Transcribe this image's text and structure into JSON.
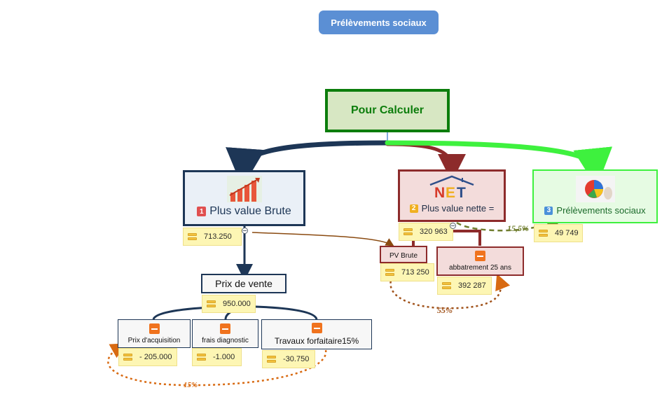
{
  "title_button": "Prélèvements sociaux",
  "root": "Pour Calculer",
  "branches": [
    {
      "num": "1",
      "label": "Plus value Brute",
      "value": "713.250",
      "illustration": "rising-bars-icon"
    },
    {
      "num": "2",
      "label": "Plus value nette =",
      "value": "320 963",
      "illustration": "net-logo-icon"
    },
    {
      "num": "3",
      "label": "Prélèvements sociaux",
      "value": "49 749",
      "illustration": "pie-chart-icon"
    }
  ],
  "vente": {
    "label": "Prix  de vente",
    "value": "950.000"
  },
  "leaves": [
    {
      "label": "Prix d'acquisition",
      "value": "- 205.000"
    },
    {
      "label": "frais diagnostic",
      "value": "-1.000"
    },
    {
      "label": "Travaux  forfaitaire15%",
      "value": "-30.750"
    }
  ],
  "net_children": [
    {
      "label": "PV Brute",
      "value": "713 250"
    },
    {
      "label": "abbatrement 25 ans",
      "value": "392 287"
    }
  ],
  "percentages": {
    "pv_to_prelevements": "15,5%",
    "abattement": "55%",
    "travaux": "15%"
  },
  "colors": {
    "title_button": "#5b8fd4",
    "root_border": "#0c7d0c",
    "branch1": "#1d3656",
    "branch2": "#8d2b2b",
    "branch3": "#3ef13e",
    "relation_brown": "#8a4a10",
    "relation_orange": "#d86a12",
    "relation_olive": "#6f7d2e"
  }
}
